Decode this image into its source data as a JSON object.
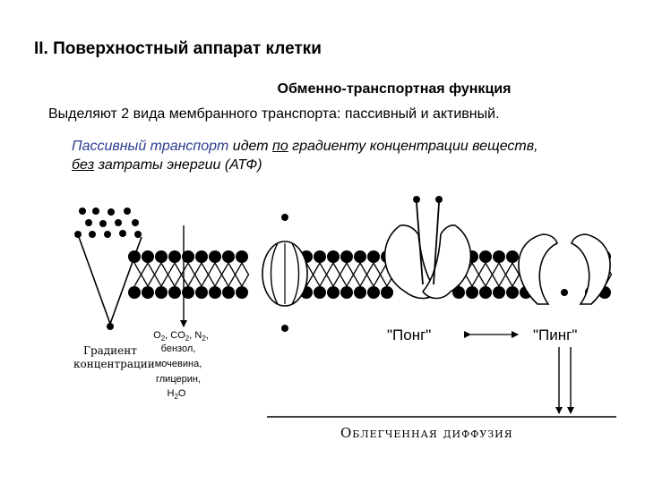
{
  "slide": {
    "title": "II. Поверхностный аппарат клетки",
    "subtitle": "Обменно-транспортная функция",
    "intro": "Выделяют 2 вида мембранного транспорта: пассивный и активный.",
    "passive": {
      "term": "Пассивный транспорт",
      "part1": " идет ",
      "by": "по",
      "part2": " градиенту концентрации веществ, ",
      "without": "без",
      "part3": " затраты энергии (АТФ)"
    }
  },
  "diagram": {
    "gradient_label_line1": "Градиент",
    "gradient_label_line2": "концентрации",
    "molecules": {
      "o2": "O",
      "o2_sub": "2",
      "co2": "CO",
      "co2_sub": "2",
      "n2": "N",
      "n2_sub": "2",
      "sep": ", ",
      "line2": "бензол,",
      "line3": "мочевина,",
      "line4": "глицерин,",
      "h2o": "H",
      "h2o_sub": "2",
      "h2o_end": "O"
    },
    "pong_label": "\"Понг\"",
    "ping_label": "\"Пинг\"",
    "facilitated_label": "Облегченная диффузия"
  }
}
